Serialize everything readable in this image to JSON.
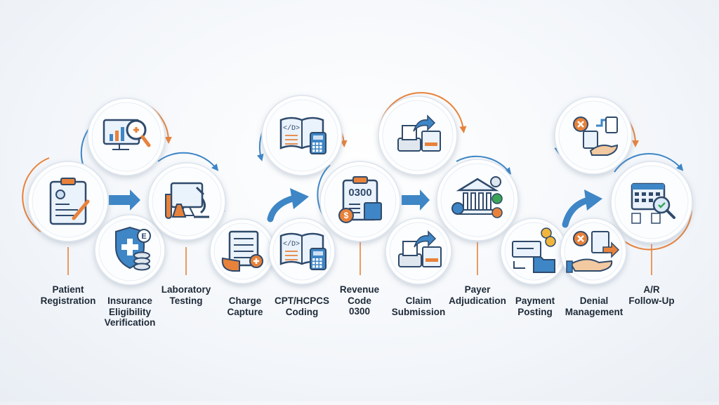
{
  "colors": {
    "accent_blue": "#3e86c6",
    "accent_orange": "#e8823a",
    "icon_stroke": "#2f4a6b",
    "circle_fill": "#ffffff",
    "label_text": "#1e2a38"
  },
  "steps": [
    {
      "label": "Patient\nRegistration",
      "icon": "clipboard-icon"
    },
    {
      "label": "Insurance\nEligibility\nVerification",
      "icon": "shield-database-icon"
    },
    {
      "label": "Laboratory\nTesting",
      "icon": "lab-microscope-icon"
    },
    {
      "label": "Charge\nCapture",
      "icon": "charge-sheet-icon"
    },
    {
      "label": "CPT/HCPCS\nCoding",
      "icon": "code-book-calculator-icon"
    },
    {
      "label": "Revenue\nCode\n0300",
      "icon": "revenue-code-icon",
      "code": "0300"
    },
    {
      "label": "Claim\nSubmission",
      "icon": "claim-printer-icon"
    },
    {
      "label": "Payer\nAdjudication",
      "icon": "bank-gears-icon"
    },
    {
      "label": "Payment\nPosting",
      "icon": "check-coins-folder-icon"
    },
    {
      "label": "Denial\nManagement",
      "icon": "denial-hand-icon"
    },
    {
      "label": "A/R\nFollow-Up",
      "icon": "calendar-search-icon"
    }
  ]
}
